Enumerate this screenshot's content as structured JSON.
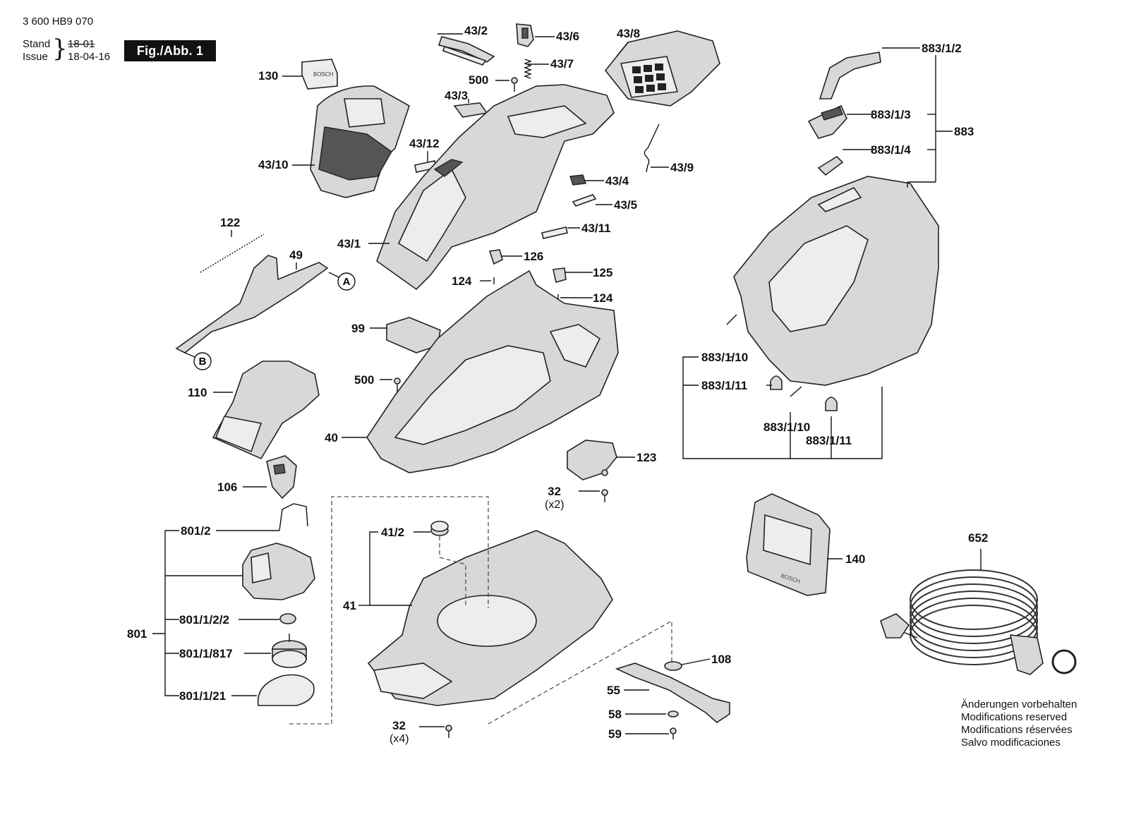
{
  "header": {
    "doc_number": "3 600 HB9 070",
    "stand_label": "Stand",
    "issue_label": "Issue",
    "stand_old": "18-01",
    "issue_date": "18-04-16",
    "figure_label": "Fig./Abb. 1"
  },
  "callouts": {
    "c130": "130",
    "c43_10": "43/10",
    "c43_2": "43/2",
    "c43_6": "43/6",
    "c43_7": "43/7",
    "c500a": "500",
    "c43_3": "43/3",
    "c43_12": "43/12",
    "c43_8": "43/8",
    "c43_9": "43/9",
    "c43_4": "43/4",
    "c43_5": "43/5",
    "c43_11": "43/11",
    "c43_1": "43/1",
    "c122": "122",
    "c49": "49",
    "cA": "A",
    "cB": "B",
    "c126": "126",
    "c124a": "124",
    "c125": "125",
    "c124b": "124",
    "c99": "99",
    "c500b": "500",
    "c40": "40",
    "c110": "110",
    "c106": "106",
    "c123": "123",
    "c32a": "32",
    "c32a_qty": "(x2)",
    "c883_1_2": "883/1/2",
    "c883_1_3": "883/1/3",
    "c883": "883",
    "c883_1_4": "883/1/4",
    "c883_1_10a": "883/1/10",
    "c883_1_11a": "883/1/11",
    "c883_1_10b": "883/1/10",
    "c883_1_11b": "883/1/11",
    "c801_2": "801/2",
    "c801": "801",
    "c801_1_2_2": "801/1/2/2",
    "c801_1_817": "801/1/817",
    "c801_1_21": "801/1/21",
    "c41_2": "41/2",
    "c41": "41",
    "c32b": "32",
    "c32b_qty": "(x4)",
    "c108": "108",
    "c55": "55",
    "c58": "58",
    "c59": "59",
    "c140": "140",
    "c652": "652"
  },
  "notes": [
    "Änderungen vorbehalten",
    "Modifications reserved",
    "Modifications réservées",
    "Salvo modificaciones"
  ],
  "brand_badge_text": "BOSCH"
}
